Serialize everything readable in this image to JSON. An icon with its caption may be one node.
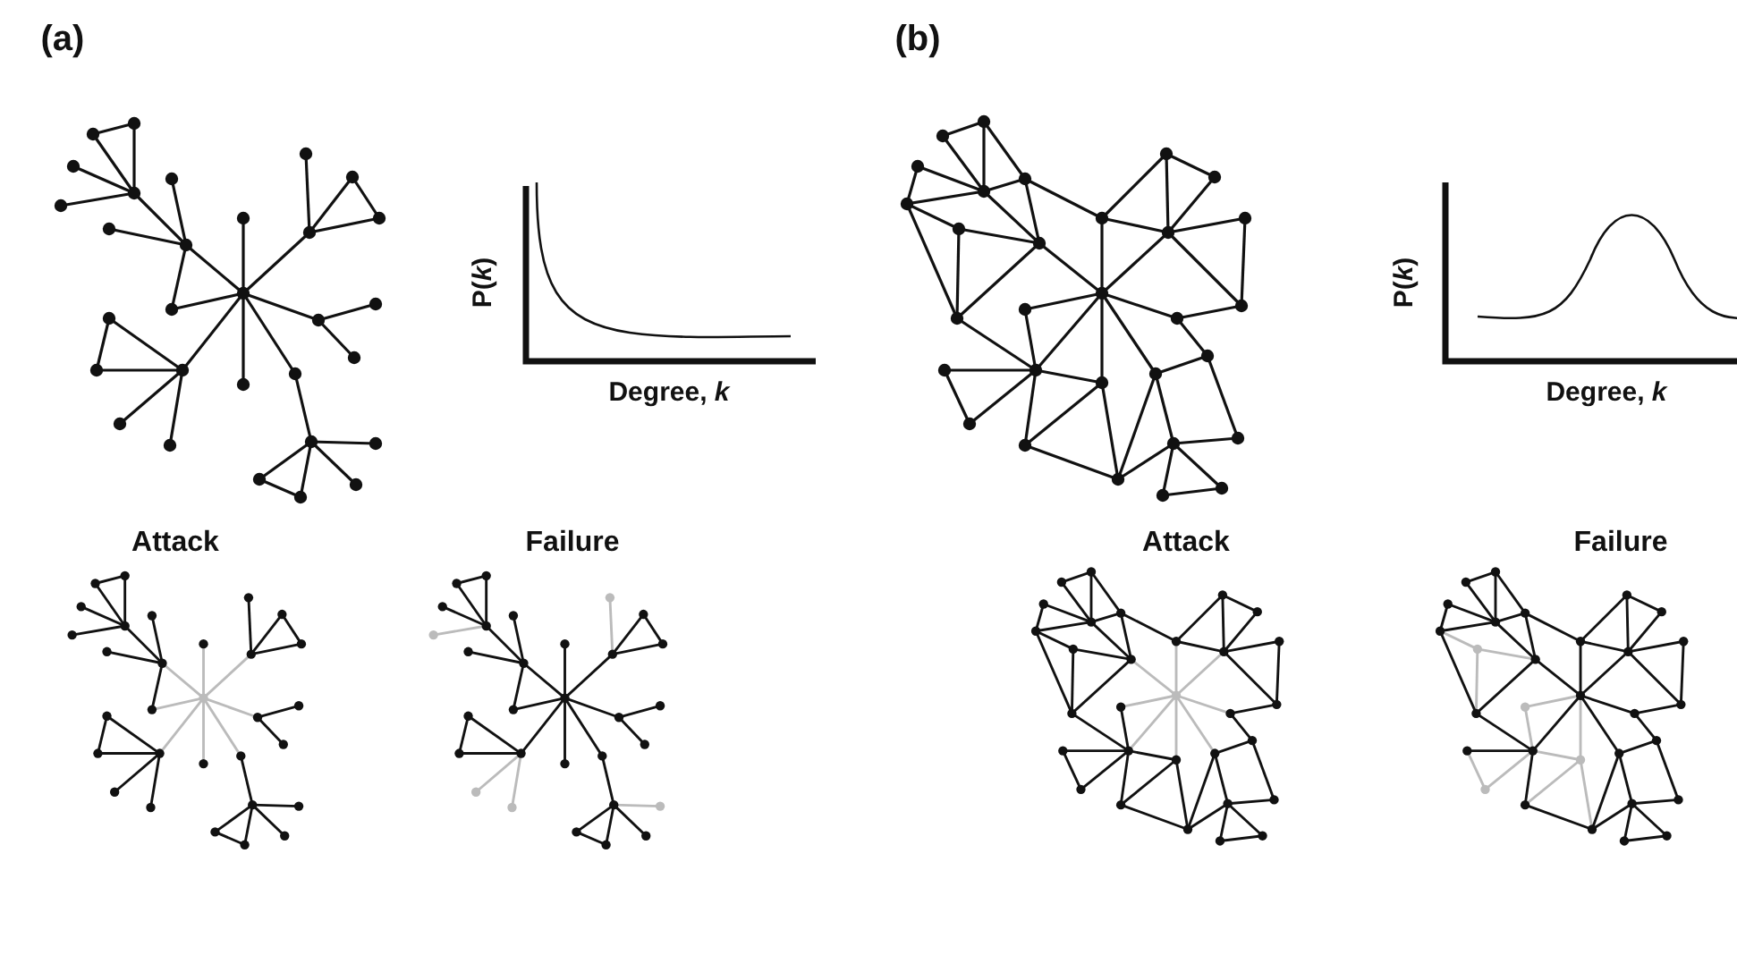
{
  "diagram": {
    "labels": [
      "(a)",
      "P(*k*)",
      "Degree, *k*",
      "Attack",
      "Failure",
      "(b)",
      "P(*k*)",
      "Degree, *k*",
      "Attack",
      "Failure"
    ]
  }
}
